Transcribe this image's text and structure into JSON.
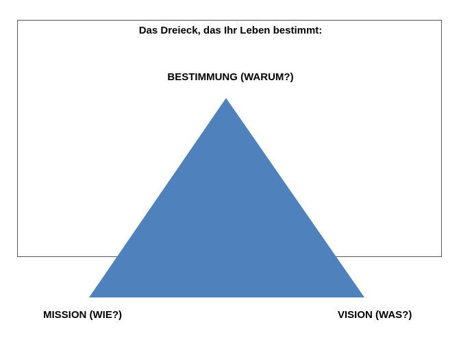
{
  "diagram": {
    "title": "Das Dreieck, das Ihr Leben bestimmt:",
    "apex_label": "BESTIMMUNG (WARUM?)",
    "left_label": "MISSION (WIE?)",
    "right_label": "VISION (WAS?)"
  },
  "colors": {
    "triangle_fill": "#4F81BD",
    "frame_border": "#555555",
    "text": "#000000"
  }
}
